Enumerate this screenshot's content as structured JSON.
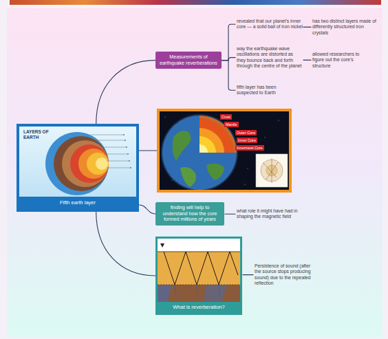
{
  "diagram": {
    "nodes": [
      {
        "text": [
          "LAYERS OF EARTH",
          "Fifth earth layer"
        ]
      },
      {
        "text": [
          "Measurements of earthquake reverberations"
        ]
      },
      {
        "text": [
          "revealed that our planet’s inner core — a solid ball of iron nickel"
        ]
      },
      {
        "text": [
          "has two distinct layers made of differently structured iron crystals"
        ]
      },
      {
        "text": [
          "way the earthquake wave oscillations are distorted as they bounce back and forth through the centre of the planet"
        ]
      },
      {
        "text": [
          "allowed researchers to figure out the core’s structure"
        ]
      },
      {
        "text": [
          "fifth layer has been suspected to Earth"
        ]
      },
      {
        "text": [
          "Crust",
          "Mantle",
          "Outer Core",
          "Inner Core",
          "Innermost Core"
        ]
      },
      {
        "text": [
          "finding will help to understand how the core formed millions of years"
        ]
      },
      {
        "text": [
          "what role it might have had in shaping the magnetic field"
        ]
      },
      {
        "text": [
          "What is reverberation?"
        ]
      },
      {
        "text": [
          "Persistence of sound (after the source stops producing sound) due to the repeated reflection"
        ]
      }
    ],
    "edges": [
      {
        "from": 0,
        "to": 1,
        "arrow": "none"
      },
      {
        "from": 1,
        "to": 2,
        "arrow": "none"
      },
      {
        "from": 2,
        "to": 3,
        "arrow": "none"
      },
      {
        "from": 1,
        "to": 4,
        "arrow": "none"
      },
      {
        "from": 4,
        "to": 5,
        "arrow": "none"
      },
      {
        "from": 1,
        "to": 6,
        "arrow": "none"
      },
      {
        "from": 0,
        "to": 7,
        "arrow": "none"
      },
      {
        "from": 0,
        "to": 8,
        "arrow": "none"
      },
      {
        "from": 8,
        "to": 9,
        "arrow": "none"
      },
      {
        "from": 0,
        "to": 10,
        "arrow": "none"
      },
      {
        "from": 10,
        "to": 11,
        "arrow": "none"
      }
    ]
  }
}
